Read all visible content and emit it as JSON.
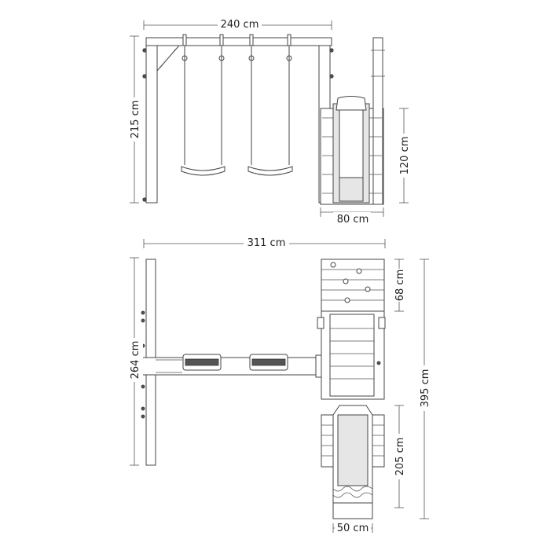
{
  "dimensions": {
    "front_width": "240 cm",
    "front_height": "215 cm",
    "slide_platform_height": "120 cm",
    "tower_width": "80 cm",
    "plan_width": "311 cm",
    "plan_frame_length": "264 cm",
    "climbing_wall_depth": "68 cm",
    "overall_length": "395 cm",
    "slide_length": "205 cm",
    "slide_width": "50 cm"
  },
  "colors": {
    "line": "#444444",
    "panel": "#e6e6e6",
    "background": "#ffffff"
  }
}
